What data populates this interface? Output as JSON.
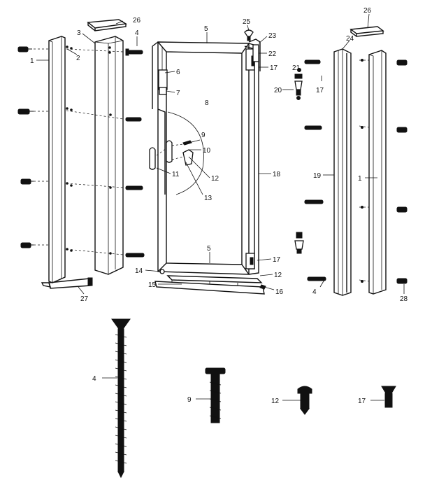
{
  "callouts": {
    "c26_left": "26",
    "c3": "3",
    "c4_top": "4",
    "c2": "2",
    "c1_left": "1",
    "c5_top": "5",
    "c6": "6",
    "c7_left": "7",
    "c8": "8",
    "c9": "9",
    "c10": "10",
    "c11": "11",
    "c12_mid": "12",
    "c13": "13",
    "c5_bottom": "5",
    "c14": "14",
    "c15": "15",
    "c16": "16",
    "c12_bottom": "12",
    "c17_bottom": "17",
    "c18": "18",
    "c25": "25",
    "c23": "23",
    "c22": "22",
    "c17_top": "17",
    "c21": "21",
    "c20": "20",
    "c17_right": "17",
    "c26_right": "26",
    "c24": "24",
    "c19": "19",
    "c1_right": "1",
    "c4_right": "4",
    "c28": "28",
    "c27": "27",
    "c4_detail": "4",
    "c9_detail": "9",
    "c12_detail": "12",
    "c17_detail": "17"
  },
  "icons": [
    "screw-icon",
    "door-panel",
    "jamb-icon",
    "hinge-icon"
  ]
}
